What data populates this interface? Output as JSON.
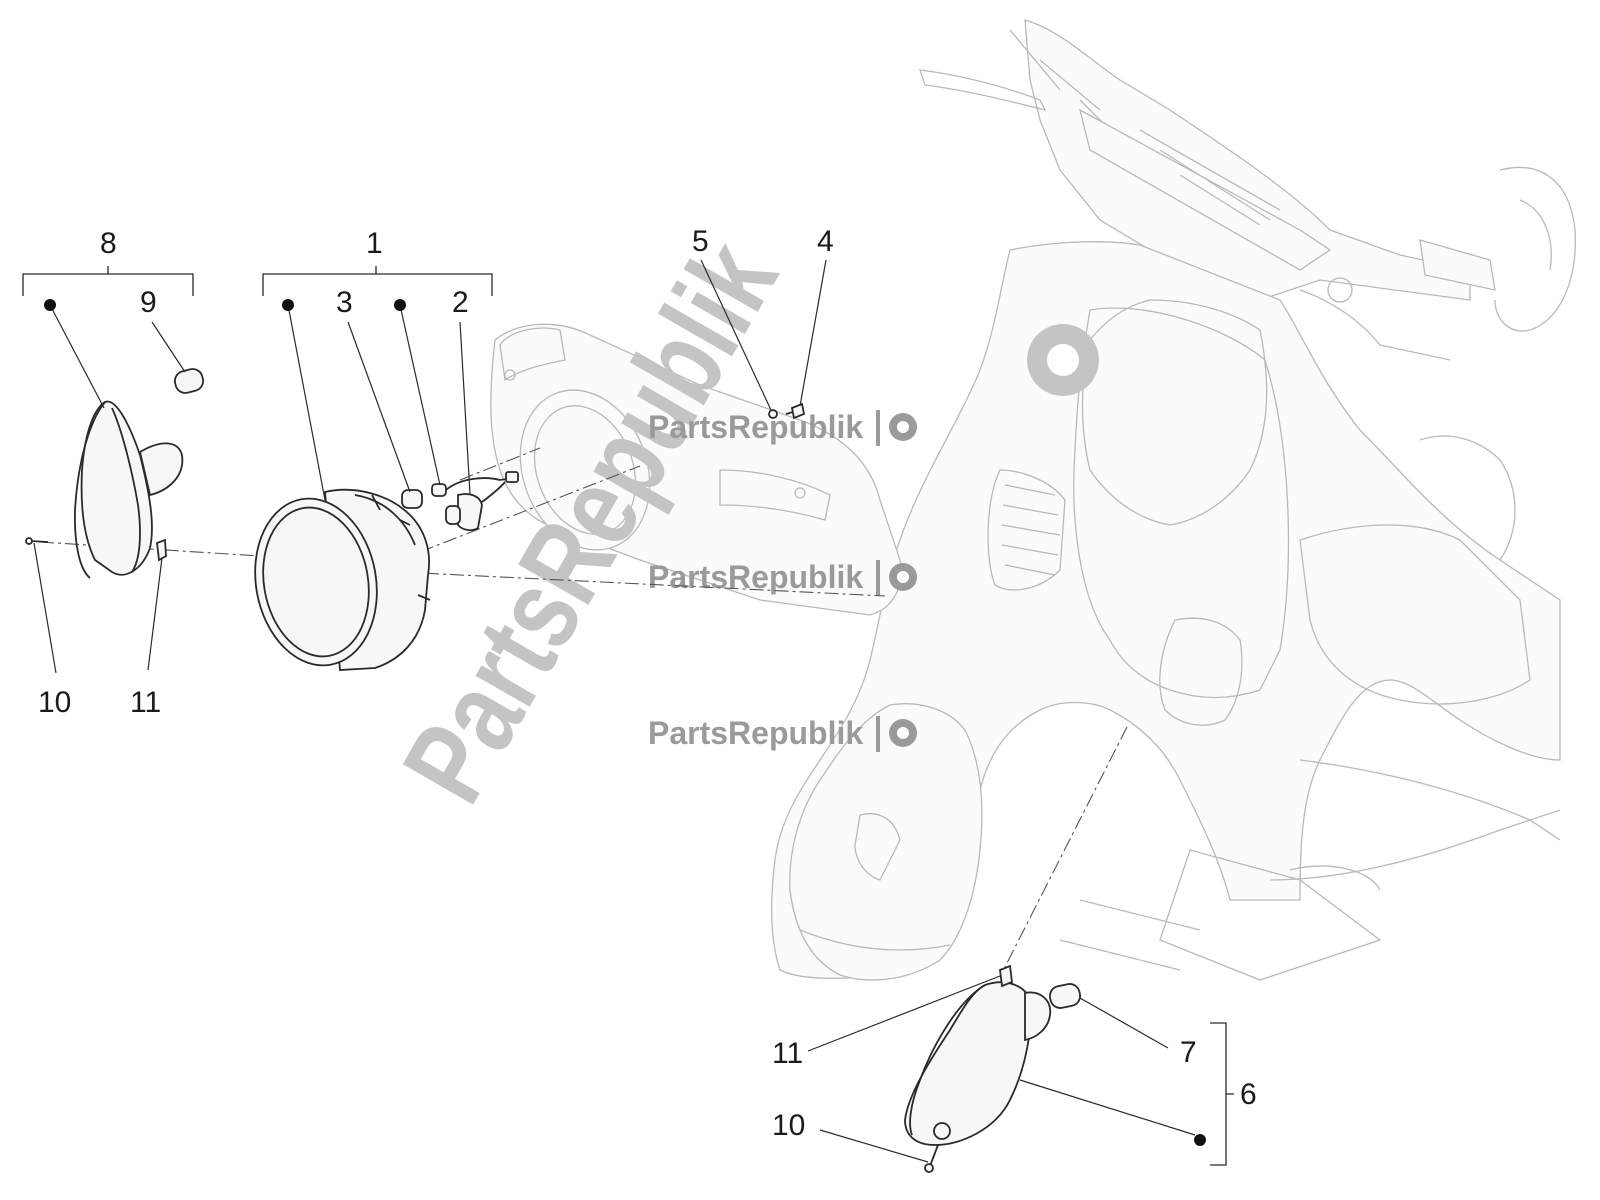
{
  "callouts": {
    "c1": "1",
    "c2": "2",
    "c3": "3",
    "c4": "4",
    "c5": "5",
    "c6": "6",
    "c7": "7",
    "c8": "8",
    "c9": "9",
    "c10a": "10",
    "c11a": "11",
    "c10b": "10",
    "c11b": "11"
  },
  "watermark": {
    "brand": "PartsRepublik",
    "large": "PartsRepublik"
  },
  "colors": {
    "line": "#2a2a2a",
    "ghost": "#b9b9b9",
    "watermark": "#9a9a9a"
  }
}
